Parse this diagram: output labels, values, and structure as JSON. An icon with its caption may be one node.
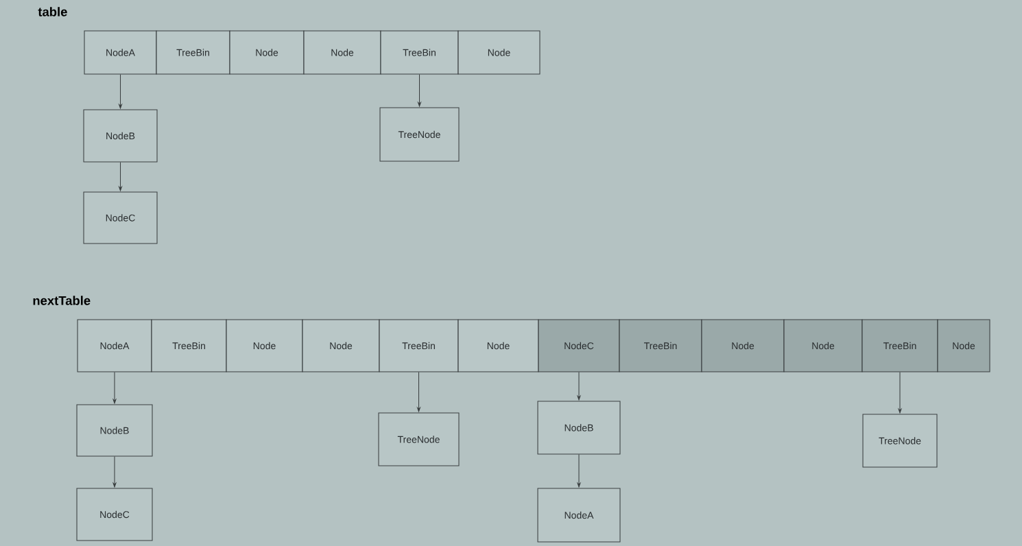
{
  "diagram": {
    "nodes": [
      {
        "text": [
          "NodeA"
        ]
      },
      {
        "text": [
          "TreeBin"
        ]
      },
      {
        "text": [
          "Node"
        ]
      },
      {
        "text": [
          "Node"
        ]
      },
      {
        "text": [
          "TreeBin"
        ]
      },
      {
        "text": [
          "Node"
        ]
      },
      {
        "text": [
          "NodeB"
        ]
      },
      {
        "text": [
          "NodeC"
        ]
      },
      {
        "text": [
          "TreeNode"
        ]
      },
      {
        "text": [
          "NodeA"
        ]
      },
      {
        "text": [
          "TreeBin"
        ]
      },
      {
        "text": [
          "Node"
        ]
      },
      {
        "text": [
          "Node"
        ]
      },
      {
        "text": [
          "TreeBin"
        ]
      },
      {
        "text": [
          "Node"
        ]
      },
      {
        "text": [
          "NodeC"
        ]
      },
      {
        "text": [
          "TreeBin"
        ]
      },
      {
        "text": [
          "Node"
        ]
      },
      {
        "text": [
          "Node"
        ]
      },
      {
        "text": [
          "TreeBin"
        ]
      },
      {
        "text": [
          "Node"
        ]
      },
      {
        "text": [
          "NodeB"
        ]
      },
      {
        "text": [
          "NodeC"
        ]
      },
      {
        "text": [
          "TreeNode"
        ]
      },
      {
        "text": [
          "NodeB"
        ]
      },
      {
        "text": [
          "NodeA"
        ]
      },
      {
        "text": [
          "TreeNode"
        ]
      }
    ],
    "edges": [
      {
        "from": 0,
        "to": 6,
        "arrow": "to"
      },
      {
        "from": 6,
        "to": 7,
        "arrow": "to"
      },
      {
        "from": 4,
        "to": 8,
        "arrow": "to"
      },
      {
        "from": 9,
        "to": 21,
        "arrow": "to"
      },
      {
        "from": 21,
        "to": 22,
        "arrow": "to"
      },
      {
        "from": 13,
        "to": 23,
        "arrow": "to"
      },
      {
        "from": 15,
        "to": 24,
        "arrow": "to"
      },
      {
        "from": 24,
        "to": 25,
        "arrow": "to"
      },
      {
        "from": 19,
        "to": 26,
        "arrow": "to"
      }
    ],
    "labels": [
      "table",
      "nextTable"
    ]
  }
}
